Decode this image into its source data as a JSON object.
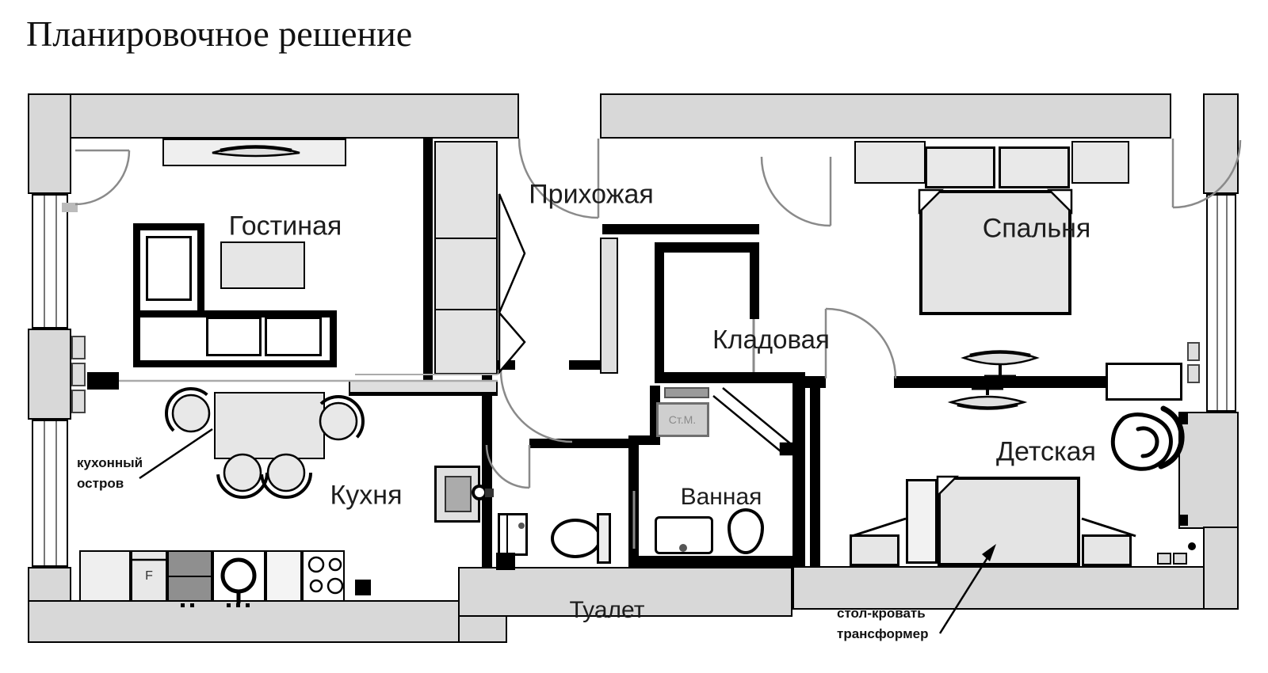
{
  "title": "Планировочное решение",
  "rooms": {
    "living_room": {
      "label": "Гостиная"
    },
    "hallway": {
      "label": "Прихожая"
    },
    "bedroom": {
      "label": "Спальня"
    },
    "storage": {
      "label": "Кладовая"
    },
    "kitchen": {
      "label": "Кухня"
    },
    "bathroom": {
      "label": "Ванная"
    },
    "wc": {
      "label": "Туалет"
    },
    "kids_room": {
      "label": "Детская"
    }
  },
  "annotations": {
    "kitchen_island": "кухонный остров",
    "table_bed": "стол-кровать трансформер",
    "washing_machine": "Ст.М.",
    "fridge": "F"
  },
  "colors": {
    "wall_fill": "#d8d8d8",
    "line": "#000000",
    "furniture_fill": "#e6e6e6",
    "door_arc": "#8a8a8a"
  }
}
